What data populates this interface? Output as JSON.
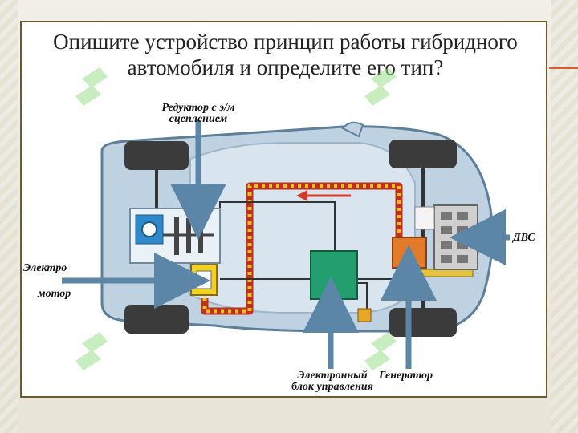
{
  "slide": {
    "title_line1": "Опишите устройство принцип работы гибридного",
    "title_line2": "автомобиля и определите его тип?"
  },
  "labels": {
    "reducer_line1": "Редуктор с э/м",
    "reducer_line2": "сцеплением",
    "motor_line1": "Электро",
    "motor_line2": "мотор",
    "ice": "ДВС",
    "ecu_line1": "Электронный",
    "ecu_line2": "блок управления",
    "generator": "Генератор"
  },
  "colors": {
    "accent_orange": "#e05a2a",
    "arrow_blue": "#5b86a8",
    "ecu_green": "#239e6f",
    "generator_orange": "#e37a2a",
    "cable_red": "#c0301d",
    "cable_yellow": "#f0c020",
    "car_body": "#bfd2e1",
    "watermark_green": "#9be08b"
  }
}
